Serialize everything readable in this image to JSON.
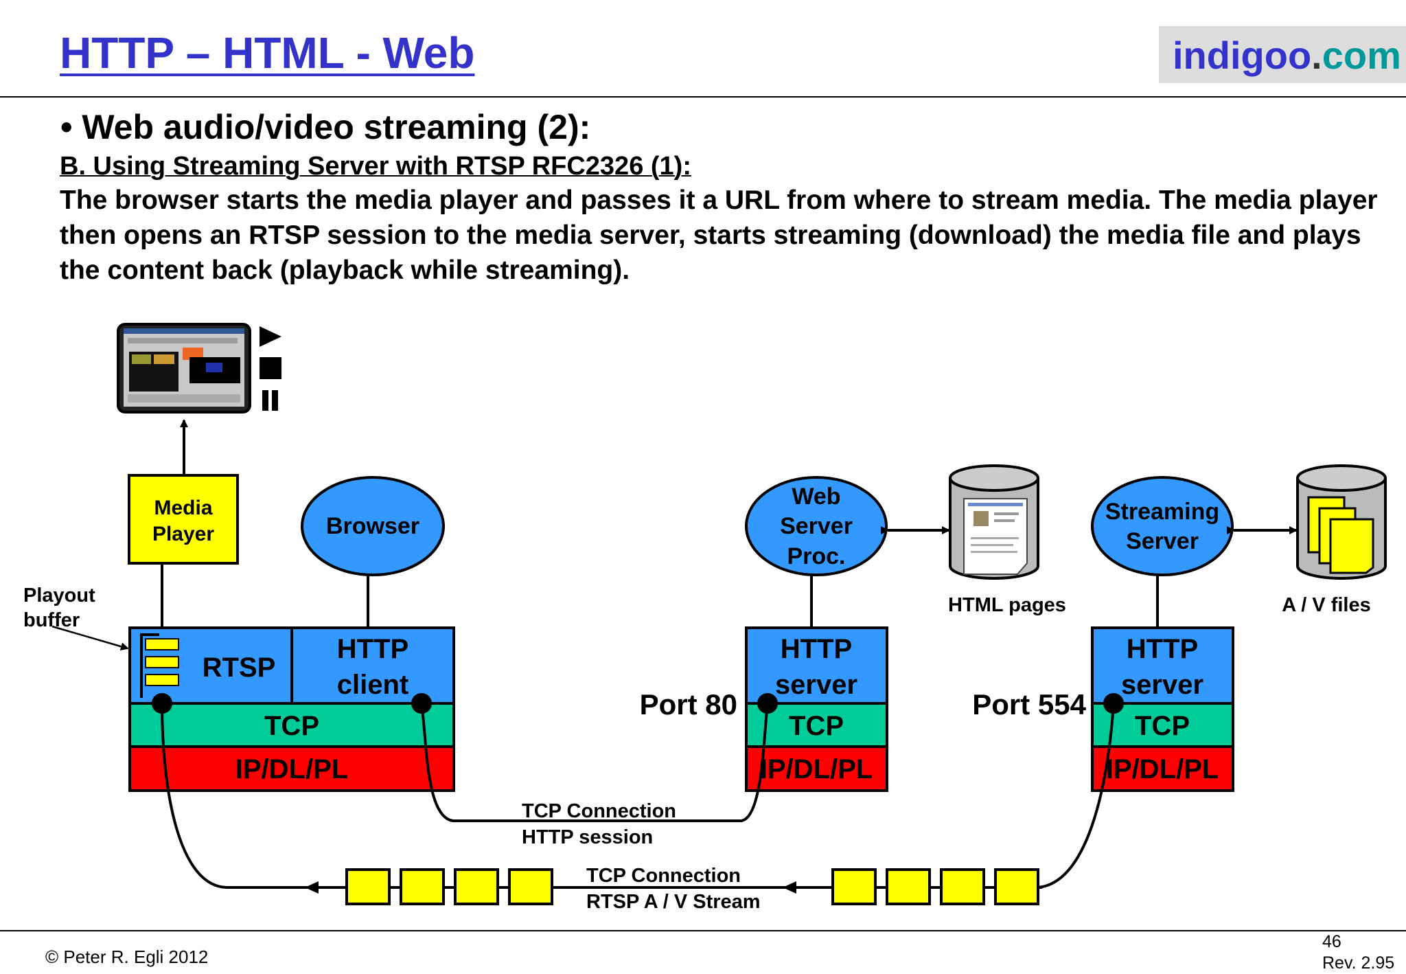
{
  "header": {
    "title": "HTTP – HTML - Web",
    "logo": {
      "part1": "indigoo",
      "dot": ".",
      "part2": "com"
    }
  },
  "content": {
    "heading": "• Web audio/video streaming (2):",
    "subheading": "B. Using Streaming Server with RTSP RFC2326 (1):",
    "body": "The browser starts the media player and passes it a URL from where to stream media. The media player then opens an RTSP session to the media server, starts streaming (download) the media file and plays the content back (playback while streaming)."
  },
  "diagram": {
    "media_player": [
      "Media",
      "Player"
    ],
    "browser": "Browser",
    "web_server_proc": [
      "Web",
      "Server",
      "Proc."
    ],
    "streaming_server": [
      "Streaming",
      "Server"
    ],
    "html_pages": "HTML pages",
    "av_files": "A / V files",
    "playout_buffer": [
      "Playout",
      "buffer"
    ],
    "client_stack": {
      "rtsp": "RTSP",
      "http_client": [
        "HTTP",
        "client"
      ],
      "tcp": "TCP",
      "ip": "IP/DL/PL"
    },
    "web_stack": {
      "http_server": [
        "HTTP",
        "server"
      ],
      "tcp": "TCP",
      "ip": "IP/DL/PL",
      "port": "Port 80"
    },
    "stream_stack": {
      "http_server": [
        "HTTP",
        "server"
      ],
      "tcp": "TCP",
      "ip": "IP/DL/PL",
      "port": "Port 554"
    },
    "http_conn": [
      "TCP Connection",
      "HTTP session"
    ],
    "rtsp_conn": [
      "TCP Connection",
      "RTSP A / V Stream"
    ],
    "colors": {
      "blue": "#3399ff",
      "yellow": "#ffff00",
      "green": "#00cc99",
      "red": "#ff0000",
      "gray": "#bbbbbb"
    }
  },
  "footer": {
    "copyright": "© Peter R. Egli 2012",
    "page": "46",
    "revision": "Rev. 2.95"
  }
}
